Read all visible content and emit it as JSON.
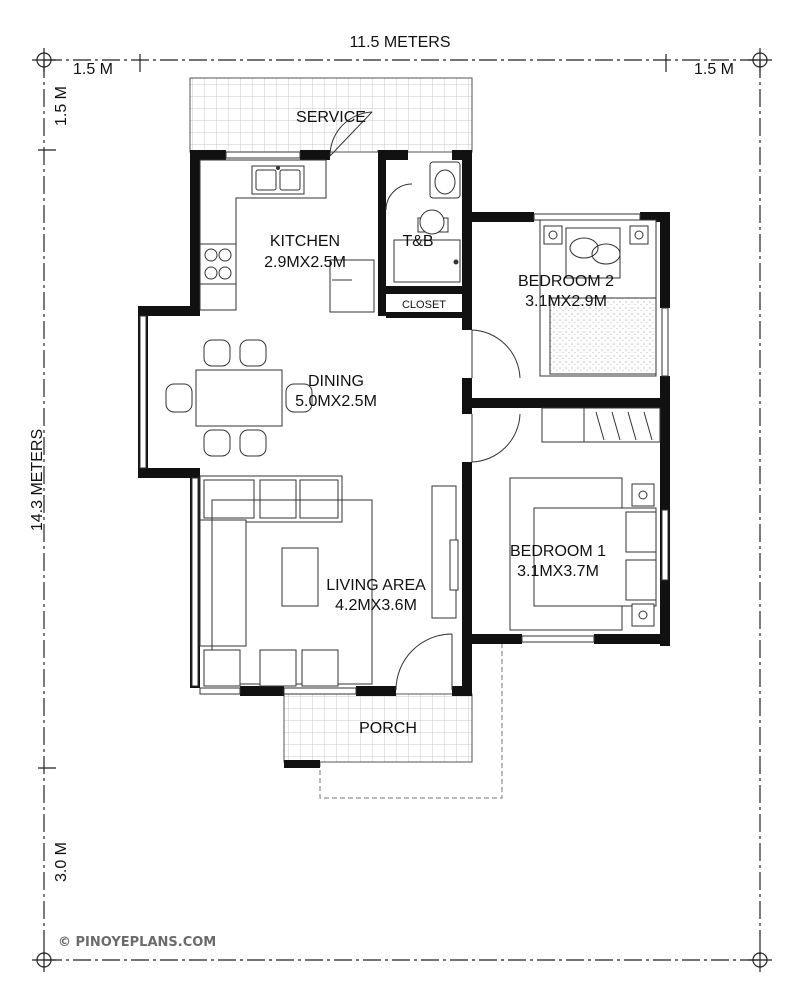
{
  "dimensions": {
    "overall_width": "11.5 METERS",
    "overall_depth": "14.3 METERS",
    "left_setback": "1.5 M",
    "right_setback": "1.5 M",
    "rear_setback": "1.5 M",
    "front_setback": "3.0 M"
  },
  "rooms": {
    "service": {
      "name": "SERVICE"
    },
    "kitchen": {
      "name": "KITCHEN",
      "size": "2.9MX2.5M"
    },
    "tb": {
      "name": "T&B"
    },
    "closet": {
      "name": "CLOSET"
    },
    "bedroom2": {
      "name": "BEDROOM 2",
      "size": "3.1MX2.9M"
    },
    "dining": {
      "name": "DINING",
      "size": "5.0MX2.5M"
    },
    "bedroom1": {
      "name": "BEDROOM 1",
      "size": "3.1MX3.7M"
    },
    "living": {
      "name": "LIVING AREA",
      "size": "4.2MX3.6M"
    },
    "porch": {
      "name": "PORCH"
    }
  },
  "watermark": "© PINOYEPLANS.COM",
  "colors": {
    "wall": "#111111",
    "tile": "#c8c8c8",
    "line": "#444444",
    "paper": "#ffffff"
  }
}
